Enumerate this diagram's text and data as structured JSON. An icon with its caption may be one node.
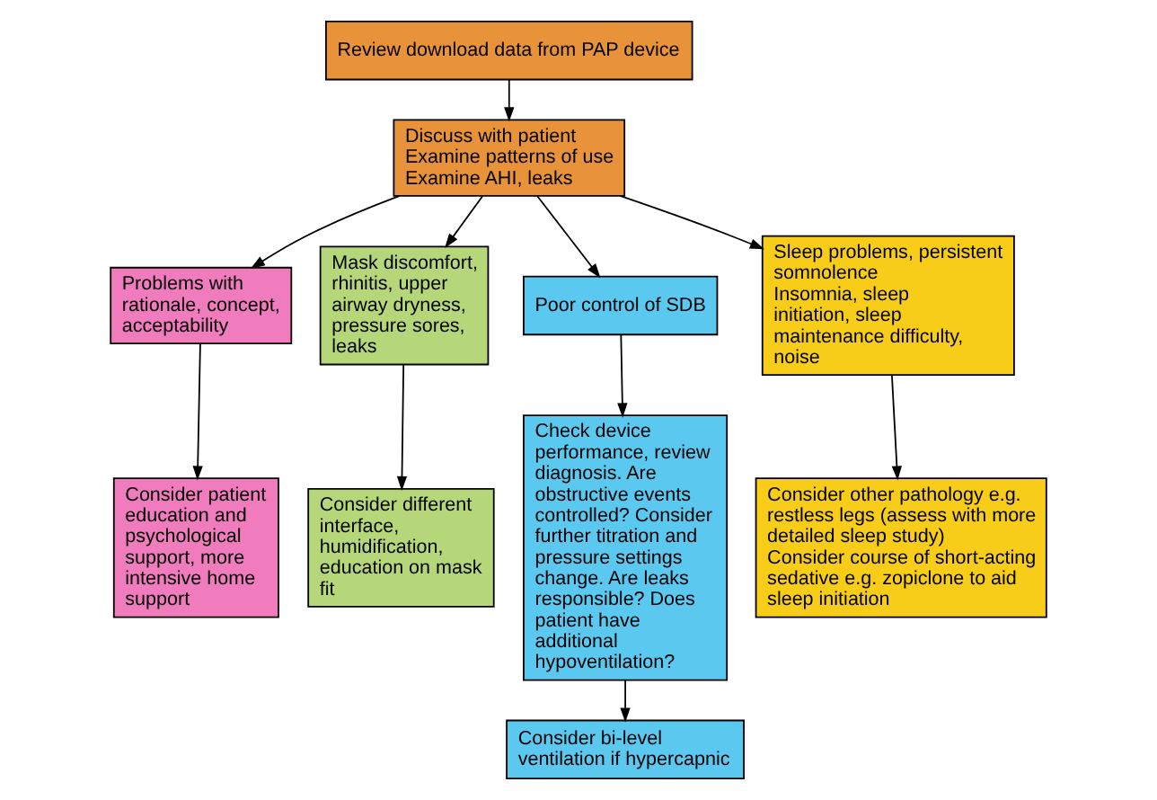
{
  "diagram": {
    "nodes": [
      {
        "text": [
          "Review download data from PAP device"
        ]
      },
      {
        "text": [
          "Discuss with patient",
          "Examine patterns of use",
          "Examine AHI, leaks"
        ]
      },
      {
        "text": [
          "Problems with rationale, concept, acceptability"
        ]
      },
      {
        "text": [
          "Mask discomfort, rhinitis, upper airway dryness, pressure sores, leaks"
        ]
      },
      {
        "text": [
          "Poor control of SDB"
        ]
      },
      {
        "text": [
          "Sleep problems, persistent somnolence",
          "Insomnia, sleep initiation, sleep maintenance difficulty, noise"
        ]
      },
      {
        "text": [
          "Consider patient education and psychological support, more intensive home support"
        ]
      },
      {
        "text": [
          "Consider different interface, humidification, education on mask fit"
        ]
      },
      {
        "text": [
          "Check device performance, review diagnosis. Are obstructive events controlled? Consider further titration and pressure settings change. Are leaks responsible? Does patient have additional hypoventilation?"
        ]
      },
      {
        "text": [
          "Consider other pathology e.g. restless legs (assess with more detailed sleep study)",
          "Consider course of short-acting sedative e.g. zopiclone to aid sleep initiation"
        ]
      },
      {
        "text": [
          "Consider bi-level ventilation if hypercapnic"
        ]
      }
    ],
    "edges": [
      {
        "from": 0,
        "to": 1,
        "arrow": "to"
      },
      {
        "from": 1,
        "to": 2,
        "arrow": "to"
      },
      {
        "from": 1,
        "to": 3,
        "arrow": "to"
      },
      {
        "from": 1,
        "to": 4,
        "arrow": "to"
      },
      {
        "from": 1,
        "to": 5,
        "arrow": "to"
      },
      {
        "from": 2,
        "to": 6,
        "arrow": "to"
      },
      {
        "from": 3,
        "to": 7,
        "arrow": "to"
      },
      {
        "from": 4,
        "to": 8,
        "arrow": "to"
      },
      {
        "from": 5,
        "to": 9,
        "arrow": "to"
      },
      {
        "from": 8,
        "to": 10,
        "arrow": "to"
      }
    ]
  }
}
